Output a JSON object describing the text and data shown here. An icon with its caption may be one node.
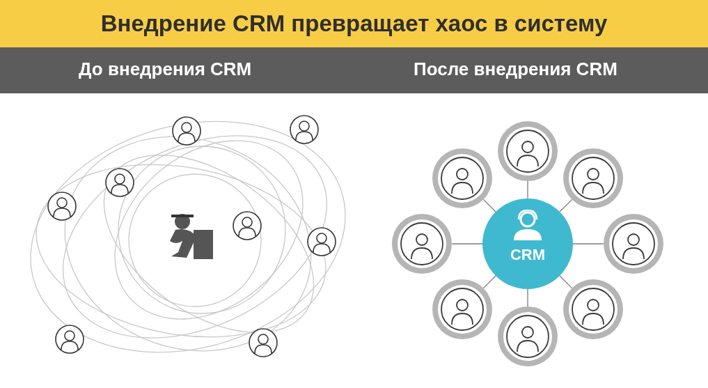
{
  "diagram": {
    "title": "Внедрение CRM превращает хаос в систему",
    "nodes": [
      {
        "text": [
          "CRM"
        ]
      },
      {
        "text": [],
        "shape": "person"
      },
      {
        "text": [],
        "shape": "person"
      },
      {
        "text": [],
        "shape": "person"
      },
      {
        "text": [],
        "shape": "person"
      },
      {
        "text": [],
        "shape": "person"
      },
      {
        "text": [],
        "shape": "person"
      },
      {
        "text": [],
        "shape": "person"
      },
      {
        "text": [],
        "shape": "person"
      }
    ],
    "edges": [
      {
        "from": 0,
        "to": 1,
        "arrow": "none"
      },
      {
        "from": 0,
        "to": 2,
        "arrow": "none"
      },
      {
        "from": 0,
        "to": 3,
        "arrow": "none"
      },
      {
        "from": 0,
        "to": 4,
        "arrow": "none"
      },
      {
        "from": 0,
        "to": 5,
        "arrow": "none"
      },
      {
        "from": 0,
        "to": 6,
        "arrow": "none"
      },
      {
        "from": 0,
        "to": 7,
        "arrow": "none"
      },
      {
        "from": 0,
        "to": 8,
        "arrow": "none"
      }
    ],
    "labels": [
      "До внедрения CRM",
      "После внедрения CRM"
    ]
  }
}
